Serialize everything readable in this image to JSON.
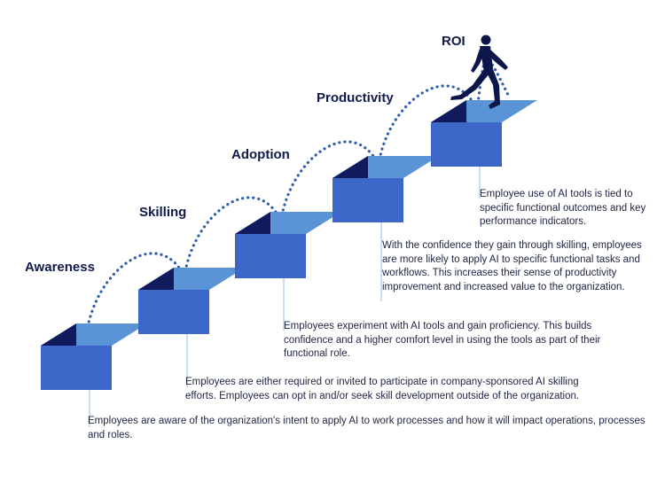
{
  "colors": {
    "top": "#5a93d6",
    "front": "#3c67c9",
    "side": "#111a5c",
    "dots": "#2e5dab",
    "line": "#9bbbe0",
    "title": "#0f1a4a",
    "figure": "#0d1649"
  },
  "stages": [
    {
      "title": "Awareness",
      "description": "Employees are aware of the organization's intent to apply AI to work processes and how it will impact operations, processes and roles."
    },
    {
      "title": "Skilling",
      "description": "Employees are either required or invited to participate in company-sponsored AI skilling efforts. Employees can opt in and/or seek skill development outside of the organization."
    },
    {
      "title": "Adoption",
      "description": "Employees experiment with AI tools and gain proficiency. This builds confidence and a higher comfort level in using the tools as part of their functional role."
    },
    {
      "title": "Productivity",
      "description": "With the confidence they gain through skilling, employees are more likely to apply AI to specific functional tasks and workflows. This increases their sense of productivity improvement and increased value to the organization."
    },
    {
      "title": "ROI",
      "description": "Employee use of AI tools is tied to specific functional outcomes and key performance indicators."
    }
  ],
  "icons": {
    "figure": "walking-person-icon"
  }
}
